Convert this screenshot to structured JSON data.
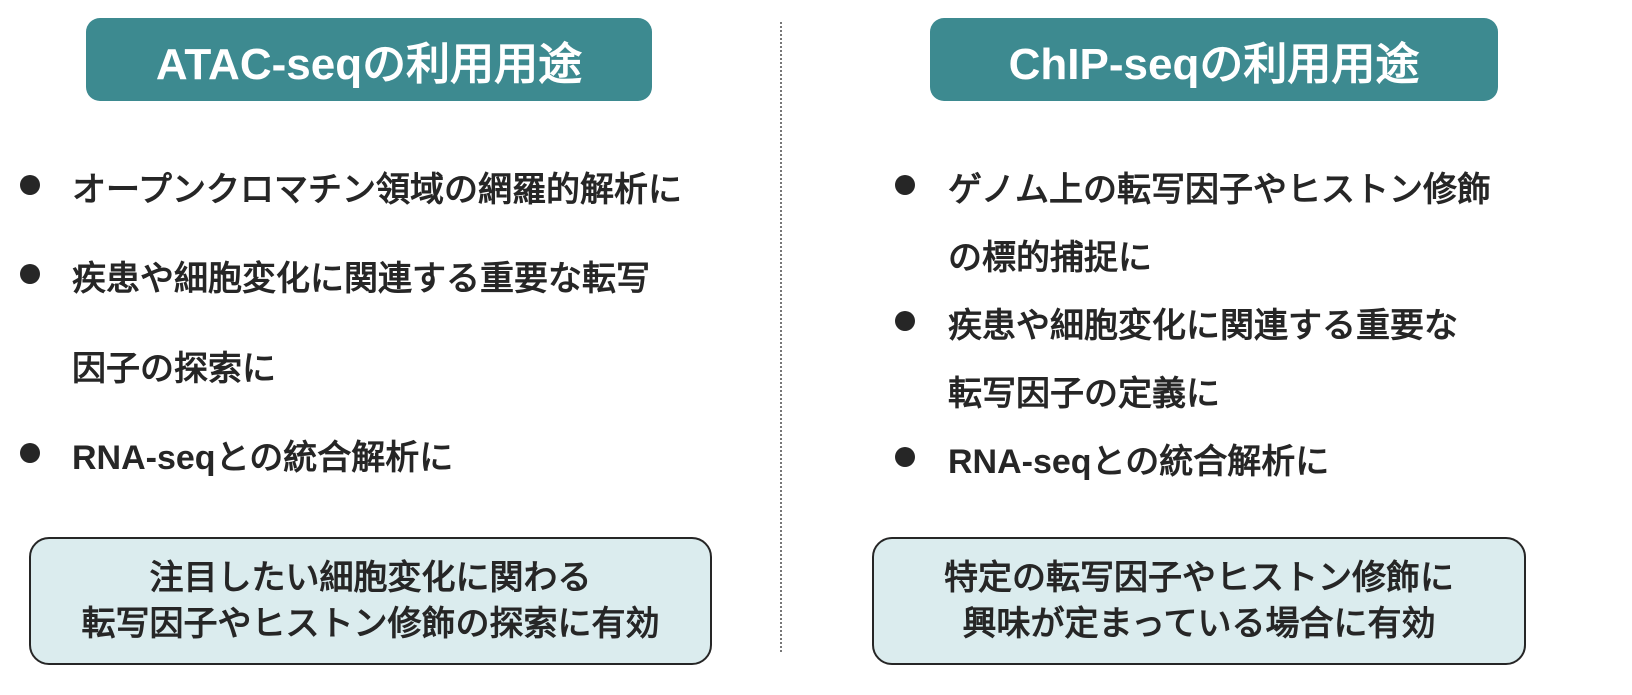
{
  "left": {
    "title": "ATAC-seqの利用用途",
    "bullets": [
      "オープンクロマチン領域の網羅的解析に",
      "疾患や細胞変化に関連する重要な転写",
      "因子の探索に",
      "RNA-seqとの統合解析に"
    ],
    "summary": [
      "注目したい細胞変化に関わる",
      "転写因子やヒストン修飾の探索に有効"
    ]
  },
  "right": {
    "title": "ChIP-seqの利用用途",
    "bullets": [
      "ゲノム上の転写因子やヒストン修飾",
      "の標的捕捉に",
      "疾患や細胞変化に関連する重要な",
      "転写因子の定義に",
      "RNA-seqとの統合解析に"
    ],
    "summary": [
      "特定の転写因子やヒストン修飾に",
      "興味が定まっている場合に有効"
    ]
  },
  "colors": {
    "header": "#3d8a90",
    "summary_bg": "#dbecee"
  }
}
